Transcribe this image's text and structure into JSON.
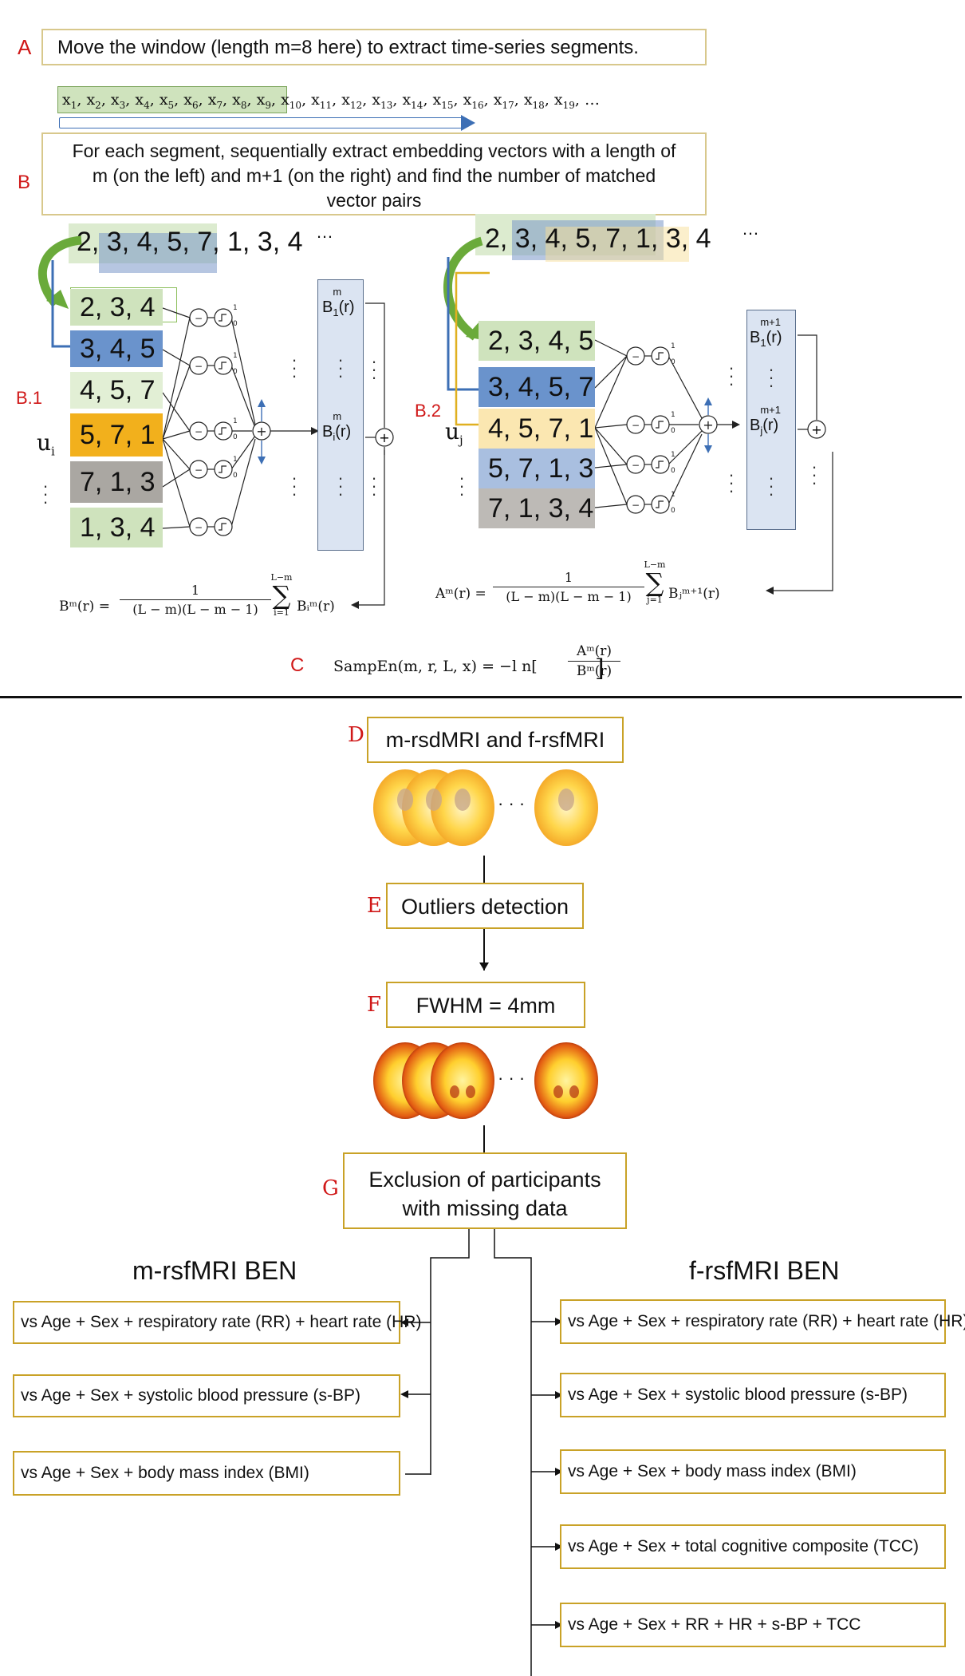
{
  "section_a": {
    "letter": "A",
    "text": "Move the window (length m=8 here) to extract time-series segments.",
    "sequence": [
      "x1",
      "x2",
      "x3",
      "x4",
      "x5",
      "x6",
      "x7",
      "x8",
      "x9",
      "x10",
      "x11",
      "x12",
      "x13",
      "x14",
      "x15",
      "x16",
      "x17",
      "x18",
      "x19"
    ],
    "trailing": "…"
  },
  "section_b": {
    "letter": "B",
    "text": "For each segment, sequentially extract embedding vectors with a length of m (on the left) and m+1 (on the right) and find the number of matched vector pairs"
  },
  "b1": {
    "label": "B.1",
    "top_sequence": "2, 3, 4, 5, 7, 1, 3, 4",
    "top_dots": "…",
    "row_label": "u",
    "row_label_sub": "i",
    "vectors": [
      "2, 3, 4",
      "3, 4, 5",
      "4, 5, 7",
      "5, 7, 1",
      "7, 1, 3",
      "1, 3, 4"
    ],
    "b_labels": [
      {
        "base": "B",
        "sup": "m",
        "sub": "1",
        "tail": "(r)"
      },
      {
        "base": "B",
        "sup": "m",
        "sub": "i",
        "tail": "(r)"
      }
    ],
    "formula": {
      "lhs": "Bᵐ(r) =",
      "numerator": "1",
      "denominator": "(L − m)(L − m − 1)",
      "sum_top": "L−m",
      "sum_bottom": "i=1",
      "term": "Bᵢᵐ(r)"
    }
  },
  "b2": {
    "label": "B.2",
    "top_sequence": "2, 3, 4, 5, 7, 1, 3, 4",
    "top_dots": "…",
    "row_label": "u",
    "row_label_sub": "j",
    "vectors": [
      "2, 3, 4, 5",
      "3, 4, 5, 7",
      "4, 5, 7, 1",
      "5, 7, 1, 3",
      "7, 1, 3, 4"
    ],
    "b_labels": [
      {
        "base": "B",
        "sup": "m+1",
        "sub": "1",
        "tail": "(r)"
      },
      {
        "base": "B",
        "sup": "m+1",
        "sub": "j",
        "tail": "(r)"
      }
    ],
    "formula": {
      "lhs": "Aᵐ(r) =",
      "numerator": "1",
      "denominator": "(L − m)(L − m − 1)",
      "sum_top": "L−m",
      "sum_bottom": "j=1",
      "term": "Bⱼᵐ⁺¹(r)"
    }
  },
  "section_c": {
    "letter": "C",
    "formula_lhs": "SampEn(m, r, L, x) = −l n[",
    "numerator": "Aᵐ(r)",
    "denominator": "Bᵐ(r)",
    "close": "]"
  },
  "pipeline": {
    "d": {
      "letter": "D",
      "text": "m-rsdMRI and f-rsfMRI"
    },
    "e": {
      "letter": "E",
      "text": "Outliers detection"
    },
    "f": {
      "letter": "F",
      "text": "FWHM = 4mm"
    },
    "g": {
      "letter": "G",
      "line1": "Exclusion of participants",
      "line2": "with missing data"
    },
    "dots": "· · ·"
  },
  "left_branch": {
    "title": "m-rsfMRI BEN",
    "items": [
      "vs Age + Sex + respiratory rate (RR) + heart rate (HR)",
      "vs Age + Sex + systolic blood pressure (s-BP)",
      "vs Age + Sex + body mass index (BMI)"
    ]
  },
  "right_branch": {
    "title": "f-rsfMRI BEN",
    "items": [
      "vs Age + Sex + respiratory rate (RR) + heart rate (HR)",
      "vs Age + Sex + systolic blood pressure (s-BP)",
      "vs Age + Sex + body mass index (BMI)",
      "vs Age + Sex + total cognitive composite (TCC)",
      "vs Age + Sex + RR + HR + s-BP + TCC"
    ]
  },
  "colors": {
    "letter_red": "#d01818",
    "box_gold": "#c9a227",
    "green": "#cfe3bd",
    "blue": "#6a93cc",
    "orange": "#f2b01c",
    "gray": "#aaa7a2"
  }
}
